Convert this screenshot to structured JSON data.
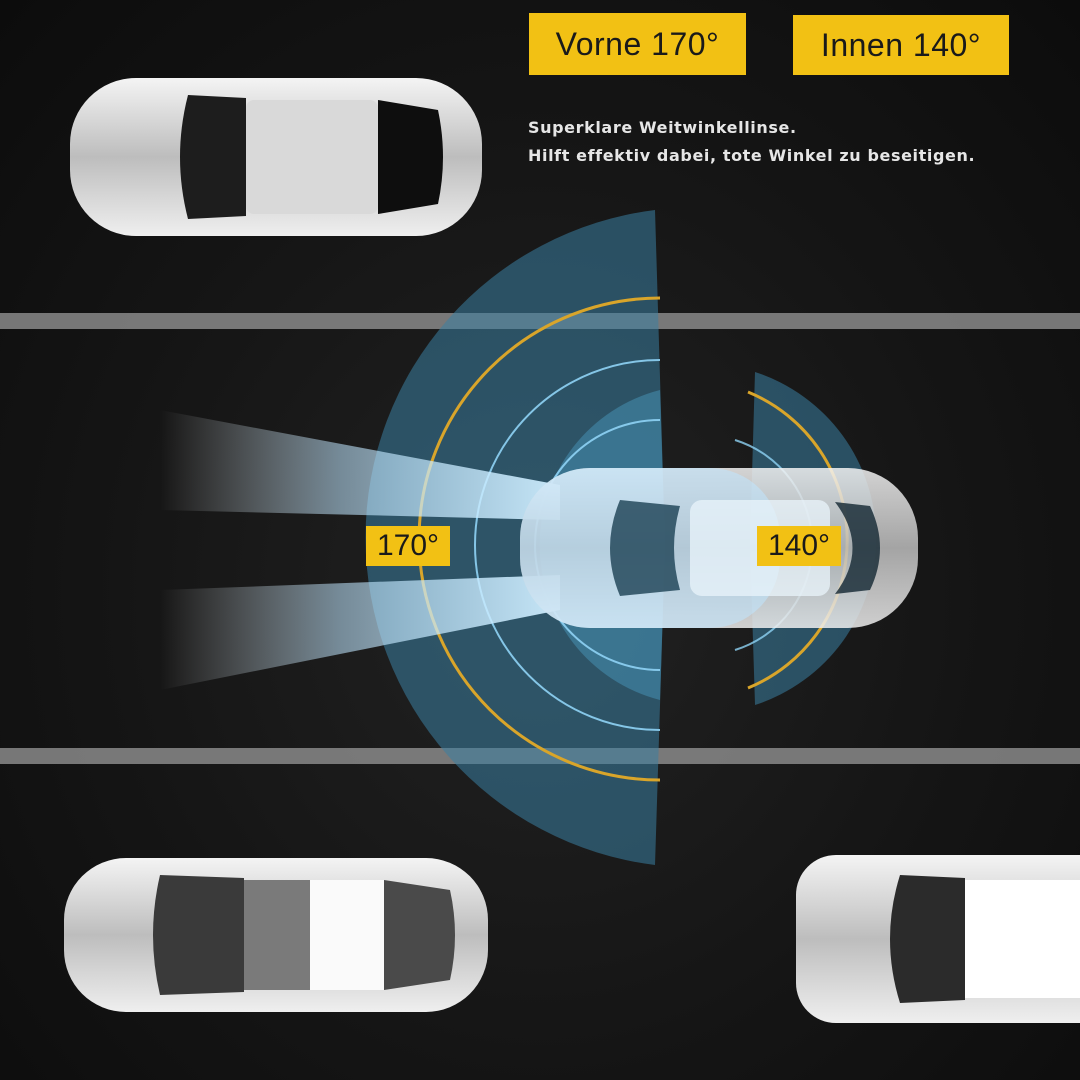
{
  "badges": {
    "front": "Vorne 170°",
    "inner": "Innen 140°"
  },
  "tagline": {
    "line1": "Superklare Weitwinkellinse.",
    "line2": "Hilft effektiv dabei, tote Winkel zu beseitigen."
  },
  "diagram": {
    "front_angle_label": "170°",
    "inner_angle_label": "140°",
    "colors": {
      "badge_yellow": "#f2c114",
      "fov_blue": "#3a7fa3",
      "arc_gold": "#d9a52a",
      "background": "#141414",
      "lane_marking": "#8a8a8a"
    }
  }
}
